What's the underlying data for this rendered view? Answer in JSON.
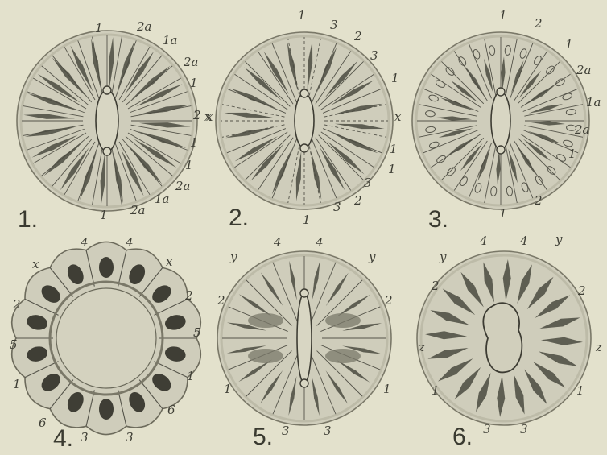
{
  "figures": [
    {
      "number": "1.",
      "labels": [
        "1",
        "2a",
        "1a",
        "2a",
        "1",
        "2",
        "x",
        "1",
        "1",
        "2a",
        "1a",
        "2a",
        "1"
      ]
    },
    {
      "number": "2.",
      "labels": [
        "1",
        "3",
        "2",
        "3",
        "1",
        "x",
        "x",
        "1",
        "1",
        "3",
        "2",
        "3",
        "1"
      ]
    },
    {
      "number": "3.",
      "labels": [
        "1",
        "2",
        "1",
        "2a",
        "1a",
        "2a",
        "1",
        "2",
        "1"
      ]
    },
    {
      "number": "4.",
      "labels": [
        "4",
        "4",
        "x",
        "x",
        "2",
        "2",
        "5",
        "5",
        "1",
        "1",
        "6",
        "6",
        "3",
        "3"
      ]
    },
    {
      "number": "5.",
      "labels": [
        "4",
        "4",
        "y",
        "y",
        "2",
        "2",
        "1",
        "1",
        "3",
        "3"
      ]
    },
    {
      "number": "6.",
      "labels": [
        "4",
        "4",
        "y",
        "y",
        "2",
        "2",
        "z",
        "z",
        "1",
        "1",
        "3",
        "3"
      ]
    }
  ],
  "colors": {
    "paper": "#e3e1cc",
    "cell": "#cfcdbb",
    "ink": "#4a4a40",
    "wall": "#bdbba8"
  }
}
